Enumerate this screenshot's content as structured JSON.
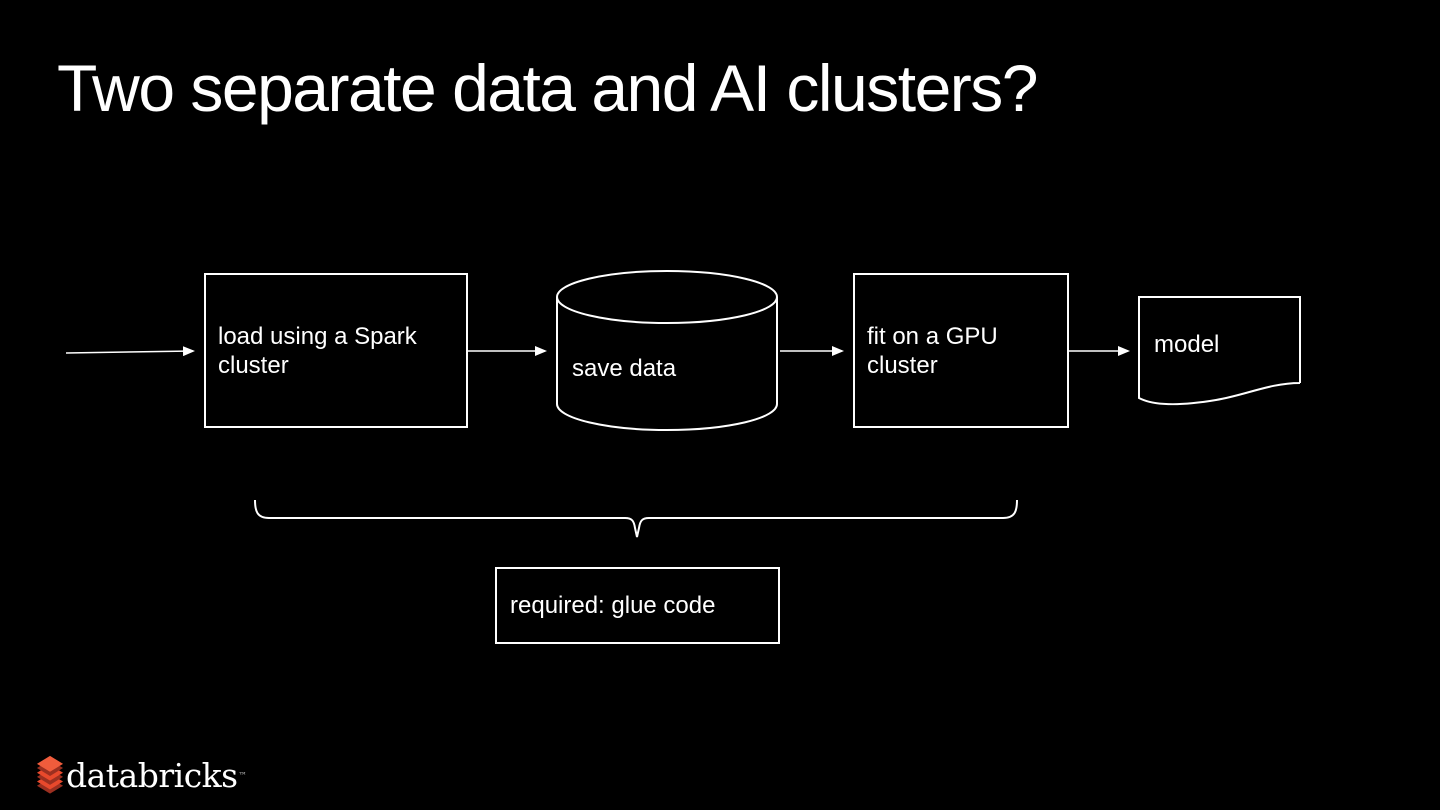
{
  "slide": {
    "title": "Two separate data and AI clusters?"
  },
  "flow": {
    "nodes": [
      {
        "id": "spark-cluster",
        "shape": "rectangle",
        "label": "load using a Spark cluster"
      },
      {
        "id": "save-data",
        "shape": "cylinder",
        "label": "save data"
      },
      {
        "id": "gpu-cluster",
        "shape": "rectangle",
        "label": "fit on a GPU cluster"
      },
      {
        "id": "model",
        "shape": "document",
        "label": "model"
      }
    ],
    "annotation": {
      "shape": "rectangle",
      "label": "required: glue code"
    }
  },
  "footer": {
    "logo_text": "databricks",
    "trademark": "™",
    "logo_icon": "databricks-stack-icon"
  },
  "colors": {
    "background": "#000000",
    "stroke": "#FFFFFF",
    "text": "#FFFFFF",
    "logo_red": "#E8492C",
    "logo_red_dark": "#9B2F20"
  }
}
